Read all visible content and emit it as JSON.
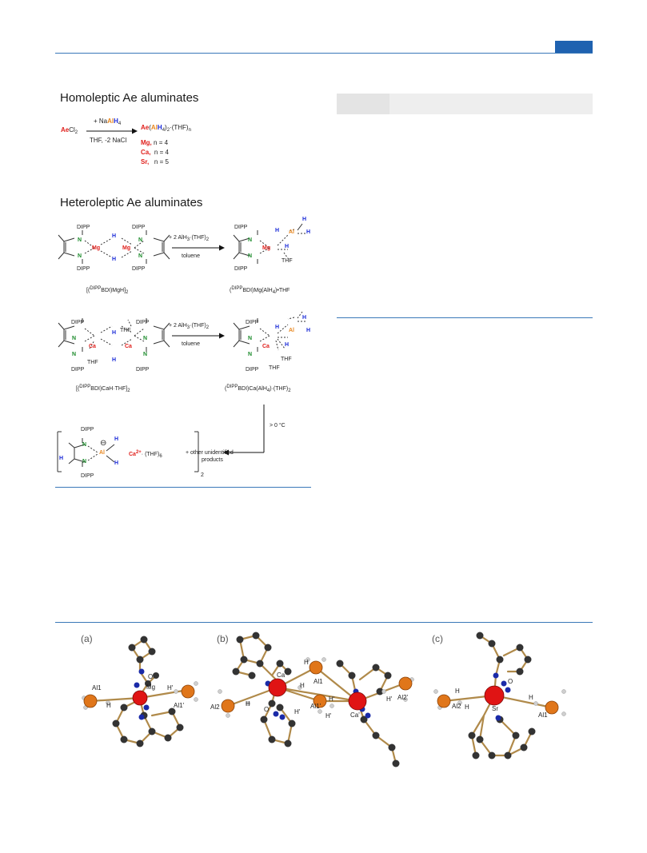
{
  "header": {
    "accent": "#1f62b0"
  },
  "scheme": {
    "homoleptic_title": "Homoleptic Ae aluminates",
    "heteroleptic_title": "Heteroleptic Ae aluminates",
    "r1": {
      "reactant_ae": "Ae",
      "reactant_rest": "Cl",
      "reactant_sub": "2",
      "above_pre": "+ Na",
      "above_al": "Al",
      "above_h": "H",
      "above_sub": "4",
      "below": "THF, -2 NaCl",
      "prod_ae": "Ae",
      "prod_open": "(",
      "prod_al": "Al",
      "prod_h": "H",
      "prod_sub4": "4",
      "prod_close": ")",
      "prod_sub2": "2",
      "prod_thf": "·(THF)",
      "prod_n": "n",
      "mg": "Mg,",
      "mg_n": "n = 4",
      "ca": "Ca,",
      "ca_n": "n = 4",
      "sr": "Sr,",
      "sr_n": "n = 5"
    },
    "common": {
      "dipp": "DIPP",
      "n": "N",
      "h": "H",
      "al": "Al",
      "mg": "Mg",
      "ca": "Ca",
      "thf": "THF",
      "reagent": "+ 2 AlH",
      "reagent_sub3": "3",
      "reagent_mid": "·(THF)",
      "reagent_sub2": "2",
      "toluene": "toluene",
      "minus": "⊖"
    },
    "mg_row": {
      "left_a": "[(",
      "left_sup": "DIPP",
      "left_b": "BDI)MgH]",
      "left_sub": "2",
      "right_a": "(",
      "right_sup": "DIPP",
      "right_b": "BDI)Mg(AlH",
      "right_sub": "4",
      "right_c": ")•THF"
    },
    "ca_row": {
      "left_a": "[(",
      "left_sup": "DIPP",
      "left_b": "BDI)CaH·THF]",
      "left_sub": "2",
      "right_a": "(",
      "right_sup": "DIPP",
      "right_b": "BDI)Ca(AlH",
      "right_sub": "4",
      "right_c": ")·(THF)",
      "right_sub2": "2",
      "temp": "> 0 °C"
    },
    "decomp": {
      "bracket_sub": "2",
      "ca": "Ca",
      "ca_sup": "2+",
      "thf": "· (THF)",
      "thf_sub": "6",
      "other1": "+ other unidentified",
      "other2": "products"
    }
  },
  "figure": {
    "panel_a": "(a)",
    "panel_b": "(b)",
    "panel_c": "(c)",
    "a_labels": {
      "al1": "Al1",
      "h": "H",
      "mg": "Mg",
      "o": "O",
      "hp": "H'",
      "al1p": "Al1'"
    },
    "b_labels": {
      "ca": "Ca",
      "h": "H",
      "al1": "Al1",
      "al2": "Al2",
      "o": "O",
      "hp": "H'",
      "al1p": "Al1'",
      "cap": "Ca'",
      "al2p": "Al2'"
    },
    "c_labels": {
      "o": "O",
      "h": "H",
      "al2": "Al2",
      "sr": "Sr",
      "al1": "Al1"
    }
  }
}
